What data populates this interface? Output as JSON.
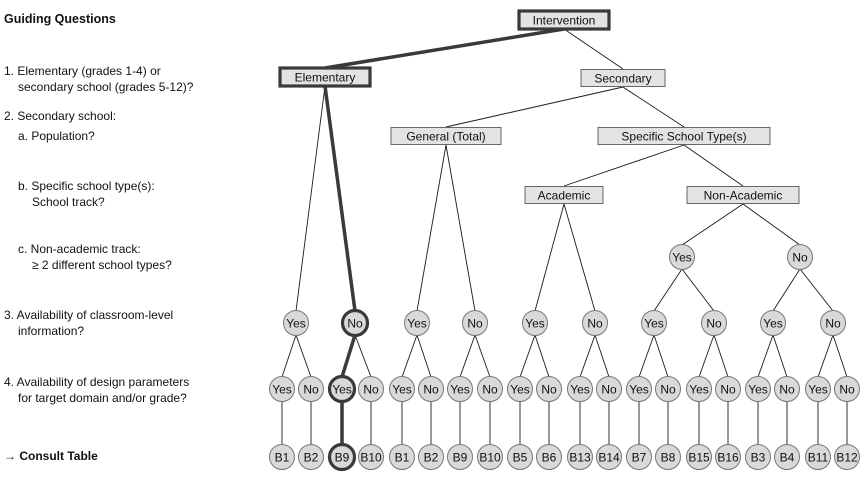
{
  "guiding": {
    "title": "Guiding Questions",
    "q1_line1": "1. Elementary (grades 1-4) or",
    "q1_line2": "secondary school (grades 5-12)?",
    "q2": "2. Secondary school:",
    "q2a": "a. Population?",
    "q2b_line1": "b. Specific school type(s):",
    "q2b_line2": "School track?",
    "q2c_line1": "c. Non-academic track:",
    "q2c_line2": "≥ 2 different school types?",
    "q3_line1": "3. Availability of classroom-level",
    "q3_line2": "information?",
    "q4_line1": "4. Availability of design parameters",
    "q4_line2": "for target domain and/or grade?",
    "consult": "→ Consult Table"
  },
  "tree": {
    "intervention": "Intervention",
    "elementary": "Elementary",
    "secondary": "Secondary",
    "general": "General (Total)",
    "specific": "Specific School Type(s)",
    "academic": "Academic",
    "non_academic": "Non-Academic",
    "yes": "Yes",
    "no": "No",
    "tables": [
      "B1",
      "B2",
      "B9",
      "B10",
      "B1",
      "B2",
      "B9",
      "B10",
      "B5",
      "B6",
      "B13",
      "B14",
      "B7",
      "B8",
      "B15",
      "B16",
      "B3",
      "B4",
      "B11",
      "B12"
    ],
    "highlighted_path": [
      "Intervention",
      "Elementary",
      "No",
      "Yes",
      "B9"
    ]
  }
}
